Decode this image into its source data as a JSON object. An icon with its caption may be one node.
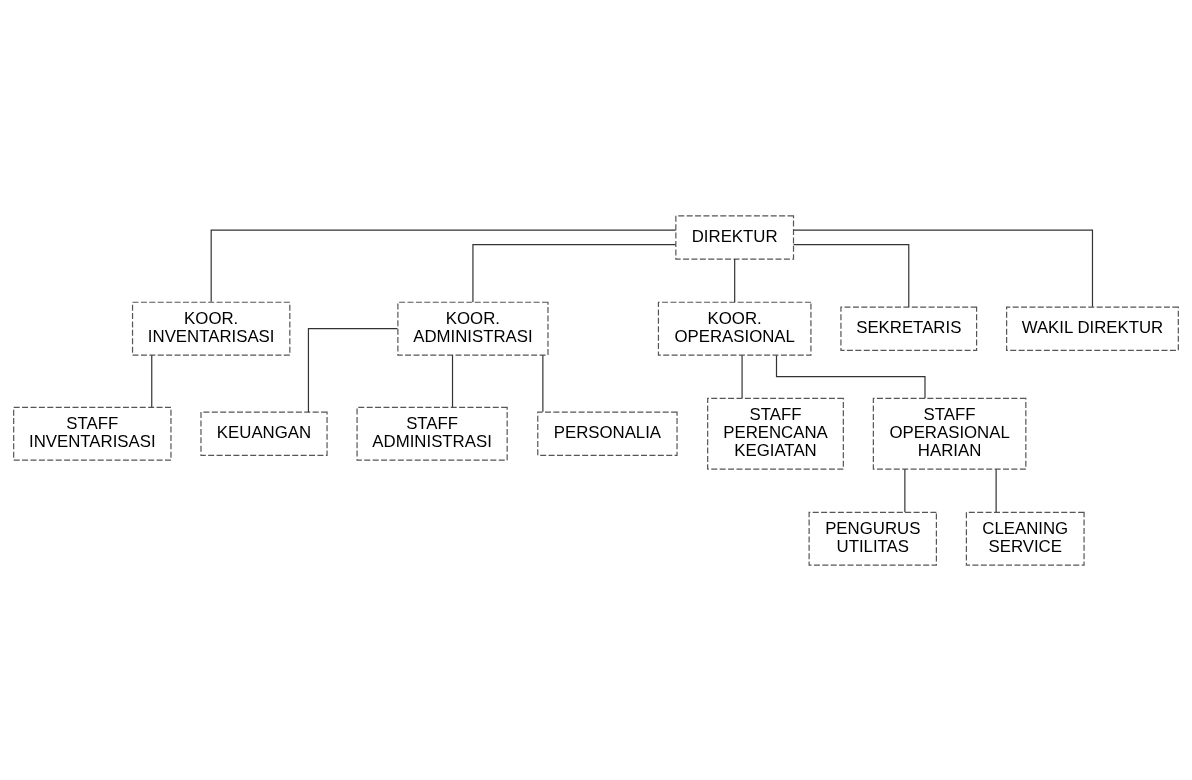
{
  "diagram": {
    "nodes": [
      {
        "text": [
          "DIREKTUR"
        ]
      },
      {
        "text": [
          "KOOR. INVENTARISASI"
        ]
      },
      {
        "text": [
          "KOOR. ADMINISTRASI"
        ]
      },
      {
        "text": [
          "KOOR. OPERASIONAL"
        ]
      },
      {
        "text": [
          "SEKRETARIS"
        ]
      },
      {
        "text": [
          "WAKIL DIREKTUR"
        ]
      },
      {
        "text": [
          "STAFF INVENTARISASI"
        ]
      },
      {
        "text": [
          "KEUANGAN"
        ]
      },
      {
        "text": [
          "STAFF ADMINISTRASI"
        ]
      },
      {
        "text": [
          "PERSONALIA"
        ]
      },
      {
        "text": [
          "STAFF PERENCANA KEGIATAN"
        ]
      },
      {
        "text": [
          "STAFF OPERASIONAL HARIAN"
        ]
      },
      {
        "text": [
          "PENGURUS UTILITAS"
        ]
      },
      {
        "text": [
          "CLEANING SERVICE"
        ]
      }
    ],
    "edges": [
      {
        "from": 0,
        "to": 1,
        "arrow": "none"
      },
      {
        "from": 0,
        "to": 2,
        "arrow": "none"
      },
      {
        "from": 0,
        "to": 3,
        "arrow": "none"
      },
      {
        "from": 0,
        "to": 4,
        "arrow": "none"
      },
      {
        "from": 0,
        "to": 5,
        "arrow": "none"
      },
      {
        "from": 1,
        "to": 6,
        "arrow": "none"
      },
      {
        "from": 2,
        "to": 7,
        "arrow": "none"
      },
      {
        "from": 2,
        "to": 8,
        "arrow": "none"
      },
      {
        "from": 2,
        "to": 9,
        "arrow": "none"
      },
      {
        "from": 3,
        "to": 10,
        "arrow": "none"
      },
      {
        "from": 3,
        "to": 11,
        "arrow": "none"
      },
      {
        "from": 11,
        "to": 12,
        "arrow": "none"
      },
      {
        "from": 11,
        "to": 13,
        "arrow": "none"
      }
    ]
  }
}
